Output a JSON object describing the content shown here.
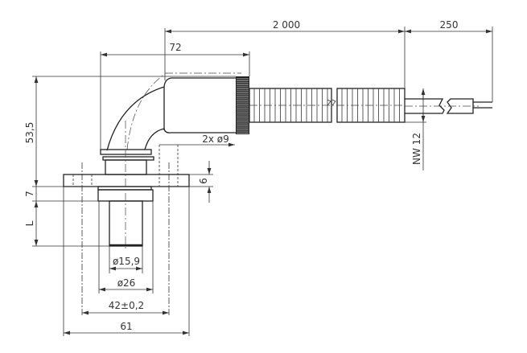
{
  "drawing": {
    "dimensions": {
      "cable_length": "2 000",
      "wire_length": "250",
      "width_elbow": "72",
      "height_elbow": "53,5",
      "hole_count_dia": "2x  ø9",
      "cable_nominal": "NW 12",
      "flange_thickness": "6",
      "ring_height": "7",
      "tube_length": "L",
      "tube_dia": "ø15,9",
      "ring_dia": "ø26",
      "hole_pitch": "42±0,2",
      "flange_width": "61"
    }
  }
}
